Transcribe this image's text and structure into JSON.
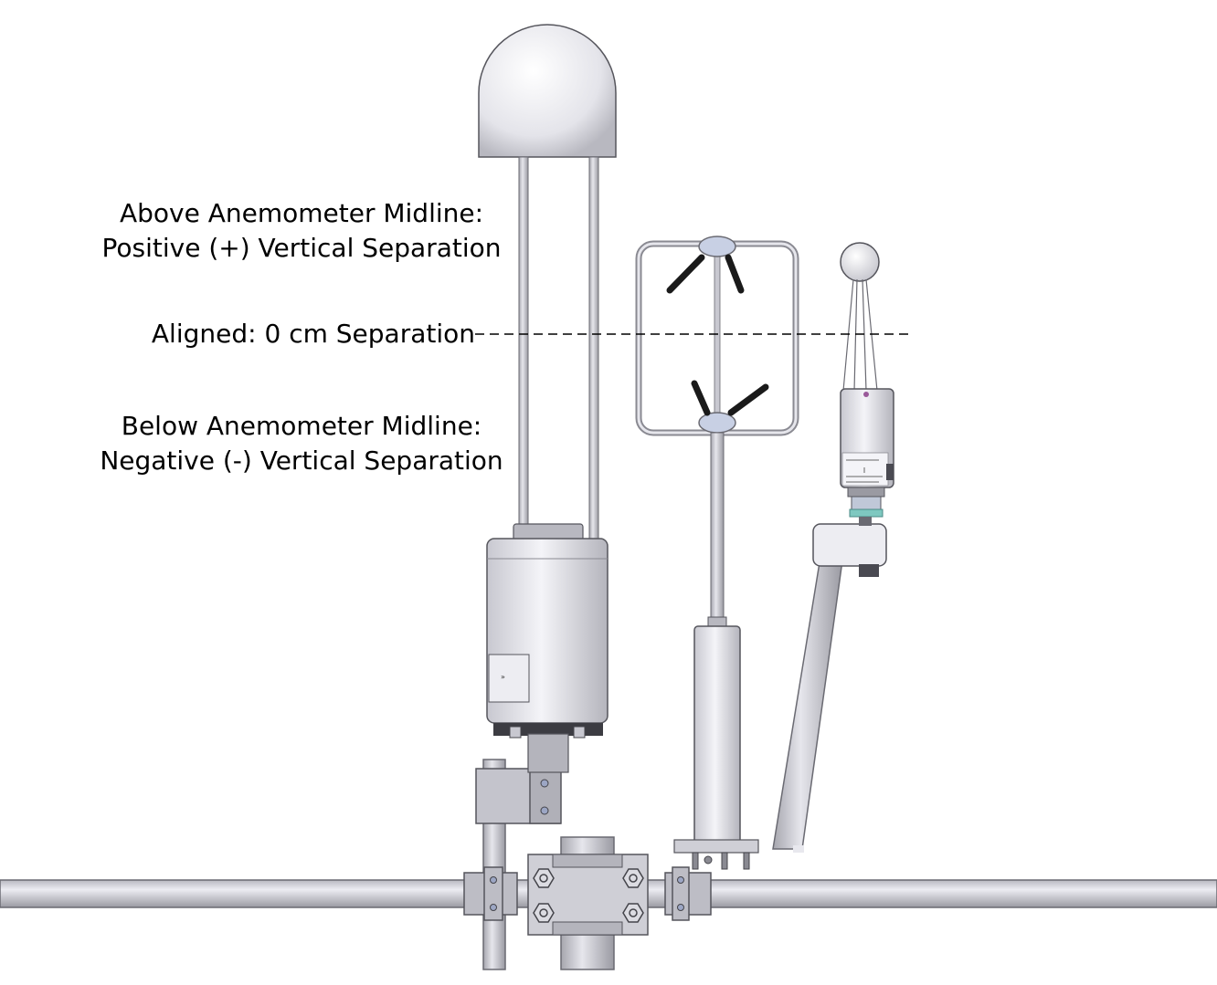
{
  "annotations": {
    "above": {
      "line1": "Above Anemometer Midline:",
      "line2": "Positive (+) Vertical Separation"
    },
    "aligned": {
      "text": "Aligned: 0 cm Separation"
    },
    "below": {
      "line1": "Below Anemometer Midline:",
      "line2": "Negative (-) Vertical Separation"
    }
  },
  "colors": {
    "metal_light": "#e4e4ea",
    "metal_mid": "#c4c4cc",
    "metal_dark": "#8a8a92",
    "outline": "#55555c",
    "arm_black": "#1a1a1a",
    "dashed_line": "#000000"
  },
  "components": [
    "co2-h2o-analyzer",
    "sonic-anemometer",
    "temperature-humidity-sensor",
    "mounting-crossarm"
  ]
}
